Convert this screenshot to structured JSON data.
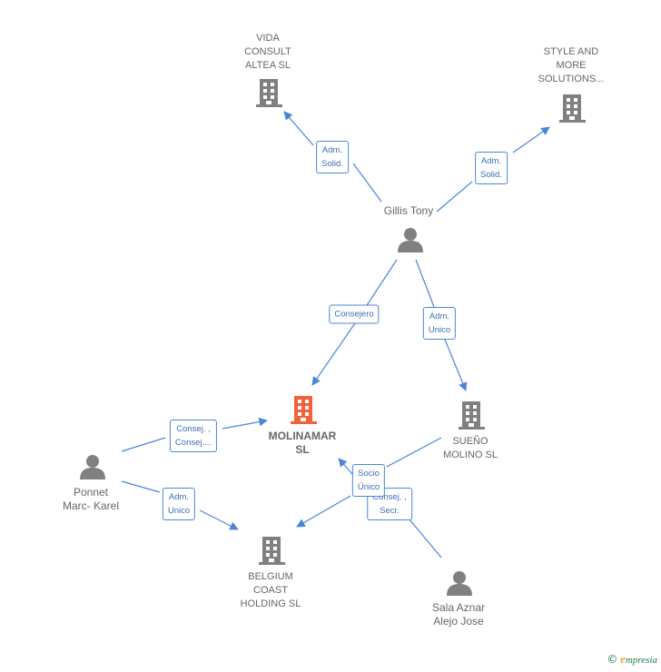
{
  "colors": {
    "edge": "#4a86d8",
    "building": "#808080",
    "building_main": "#f0623a",
    "person": "#808080"
  },
  "nodes": {
    "vida": {
      "lines": [
        "VIDA",
        "CONSULT",
        "ALTEA SL"
      ],
      "icon": "building-icon"
    },
    "style": {
      "lines": [
        "STYLE AND",
        "MORE",
        "SOLUTIONS..."
      ],
      "icon": "building-icon"
    },
    "gillis": {
      "lines": [
        "Gillis Tony"
      ],
      "icon": "person-icon"
    },
    "molinamar": {
      "lines": [
        "MOLINAMAR",
        "SL"
      ],
      "icon": "building-icon"
    },
    "sueno": {
      "lines": [
        "SUEÑO",
        "MOLINO SL"
      ],
      "icon": "building-icon"
    },
    "ponnet": {
      "lines": [
        "Ponnet",
        "Marc- Karel"
      ],
      "icon": "person-icon"
    },
    "belgium": {
      "lines": [
        "BELGIUM",
        "COAST",
        "HOLDING SL"
      ],
      "icon": "building-icon"
    },
    "sala": {
      "lines": [
        "Sala Aznar",
        "Alejo Jose"
      ],
      "icon": "person-icon"
    }
  },
  "edges": {
    "gillis_vida": [
      "Adm.",
      "Solid."
    ],
    "gillis_style": [
      "Adm.",
      "Solid."
    ],
    "gillis_molinamar": [
      "Consejero"
    ],
    "gillis_sueno": [
      "Adm.",
      "Unico"
    ],
    "ponnet_molinamar": [
      "Consej. ,",
      "Consej...."
    ],
    "ponnet_belgium": [
      "Adm.",
      "Unico"
    ],
    "sueno_belgium": [
      "Socio",
      "Único"
    ],
    "sala_molinamar": [
      "Consej. ,",
      "Secr."
    ]
  },
  "footer": {
    "copyright": "©",
    "brand_first": "e",
    "brand_rest": "mpresia"
  }
}
